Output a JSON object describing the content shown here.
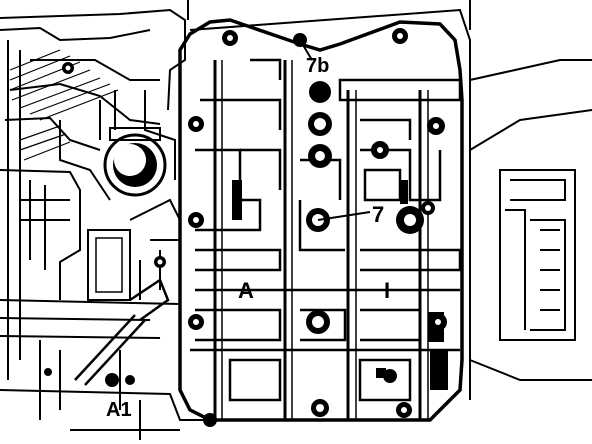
{
  "figure": {
    "labels": {
      "seven_b": "7b",
      "seven": "7",
      "a": "A",
      "one": "I",
      "a1": "A1"
    },
    "colors": {
      "ink": "#000000",
      "paper": "#ffffff"
    }
  }
}
